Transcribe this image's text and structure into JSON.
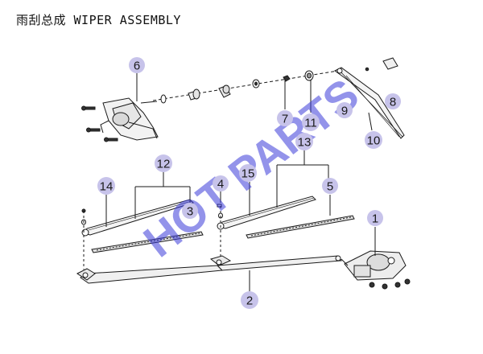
{
  "title": "雨刮总成 WIPER ASSEMBLY",
  "watermark": "HOT PARTS",
  "colors": {
    "callout": "#c7c3ea",
    "line": "#1a1a1a",
    "watermark": "#3b3bd8"
  },
  "callouts": [
    {
      "id": "1",
      "label": "1"
    },
    {
      "id": "2",
      "label": "2"
    },
    {
      "id": "3",
      "label": "3"
    },
    {
      "id": "4",
      "label": "4"
    },
    {
      "id": "5",
      "label": "5"
    },
    {
      "id": "6",
      "label": "6"
    },
    {
      "id": "7",
      "label": "7"
    },
    {
      "id": "8",
      "label": "8"
    },
    {
      "id": "9",
      "label": "9"
    },
    {
      "id": "10",
      "label": "10"
    },
    {
      "id": "11",
      "label": "11"
    },
    {
      "id": "12",
      "label": "12"
    },
    {
      "id": "13",
      "label": "13"
    },
    {
      "id": "14",
      "label": "14"
    },
    {
      "id": "15",
      "label": "15"
    }
  ]
}
